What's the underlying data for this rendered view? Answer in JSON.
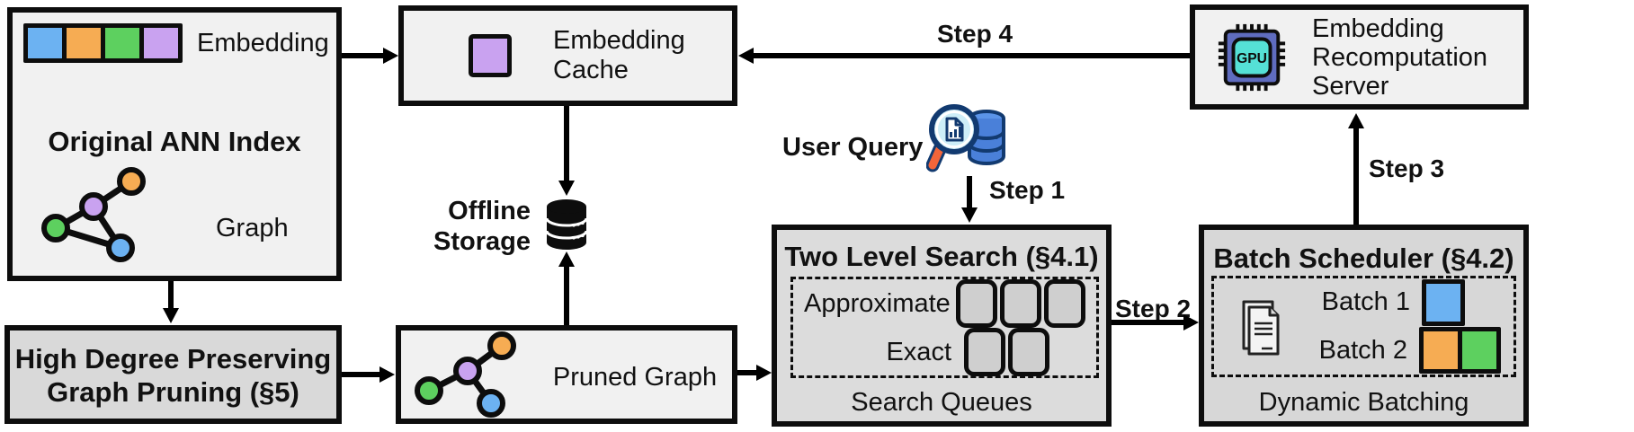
{
  "ann_index": {
    "title": "Original ANN Index",
    "embedding_label": "Embedding",
    "graph_label": "Graph"
  },
  "embedding_cache": {
    "line1": "Embedding",
    "line2": "Cache"
  },
  "recomputation_server": {
    "line1": "Embedding",
    "line2": "Recomputation",
    "line3": "Server",
    "chip_text": "GPU"
  },
  "offline_storage": {
    "line1": "Offline",
    "line2": "Storage"
  },
  "user_query": {
    "label": "User Query"
  },
  "two_level_search": {
    "title": "Two Level Search (§4.1)",
    "approximate_label": "Approximate",
    "exact_label": "Exact",
    "footer": "Search Queues"
  },
  "batch_scheduler": {
    "title": "Batch Scheduler (§4.2)",
    "batch1_label": "Batch 1",
    "batch2_label": "Batch 2",
    "footer": "Dynamic Batching"
  },
  "graph_pruning": {
    "line1": "High Degree Preserving",
    "line2": "Graph Pruning (§5)"
  },
  "pruned_graph": {
    "label": "Pruned Graph"
  },
  "steps": {
    "step1": "Step 1",
    "step2": "Step 2",
    "step3": "Step 3",
    "step4": "Step 4"
  },
  "colors": {
    "blue": "#6cb2f2",
    "orange": "#f6ac53",
    "green": "#5dd05f",
    "purple": "#c9a2f0",
    "box_light": "#f1f1f1",
    "box_dark": "#d9d9d9",
    "queue_fill": "#cfcfcf",
    "chip_body": "#5f6cbf",
    "chip_core": "#55e0d6",
    "db_blue": "#4a80d9",
    "lens_blue": "#cdeef8",
    "handle_orange": "#f2653a",
    "outline": "#0d0d0d"
  }
}
